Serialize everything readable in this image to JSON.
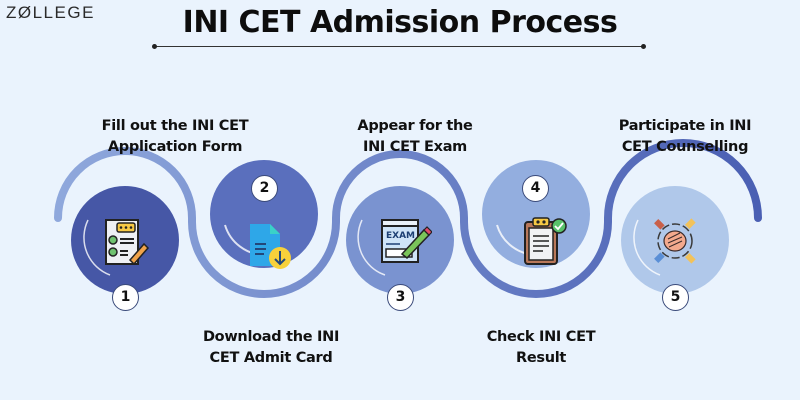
{
  "logo": {
    "text": "ZØLLEGE"
  },
  "title": "INI CET Admission Process",
  "colors": {
    "background": "#eaf3fd",
    "circle_1": "#4657a6",
    "circle_2": "#5a6fbd",
    "circle_3": "#7a93d0",
    "circle_4": "#93aedf",
    "circle_5": "#b0c8ea",
    "wave_light": "#8fa8dc",
    "wave_dark": "#4a5fb3"
  },
  "steps": [
    {
      "number": "1",
      "label_line1": "Fill out the INI CET",
      "label_line2": "Application Form",
      "icon": "application-form-icon"
    },
    {
      "number": "2",
      "label_line1": "Download the INI",
      "label_line2": "CET Admit Card",
      "icon": "document-download-icon"
    },
    {
      "number": "3",
      "label_line1": "Appear for the",
      "label_line2": "INI CET Exam",
      "icon": "exam-paper-icon"
    },
    {
      "number": "4",
      "label_line1": "Check INI CET",
      "label_line2": "Result",
      "icon": "result-clipboard-icon"
    },
    {
      "number": "5",
      "label_line1": "Participate in INI",
      "label_line2": "CET Counselling",
      "icon": "teamwork-hands-icon"
    }
  ]
}
